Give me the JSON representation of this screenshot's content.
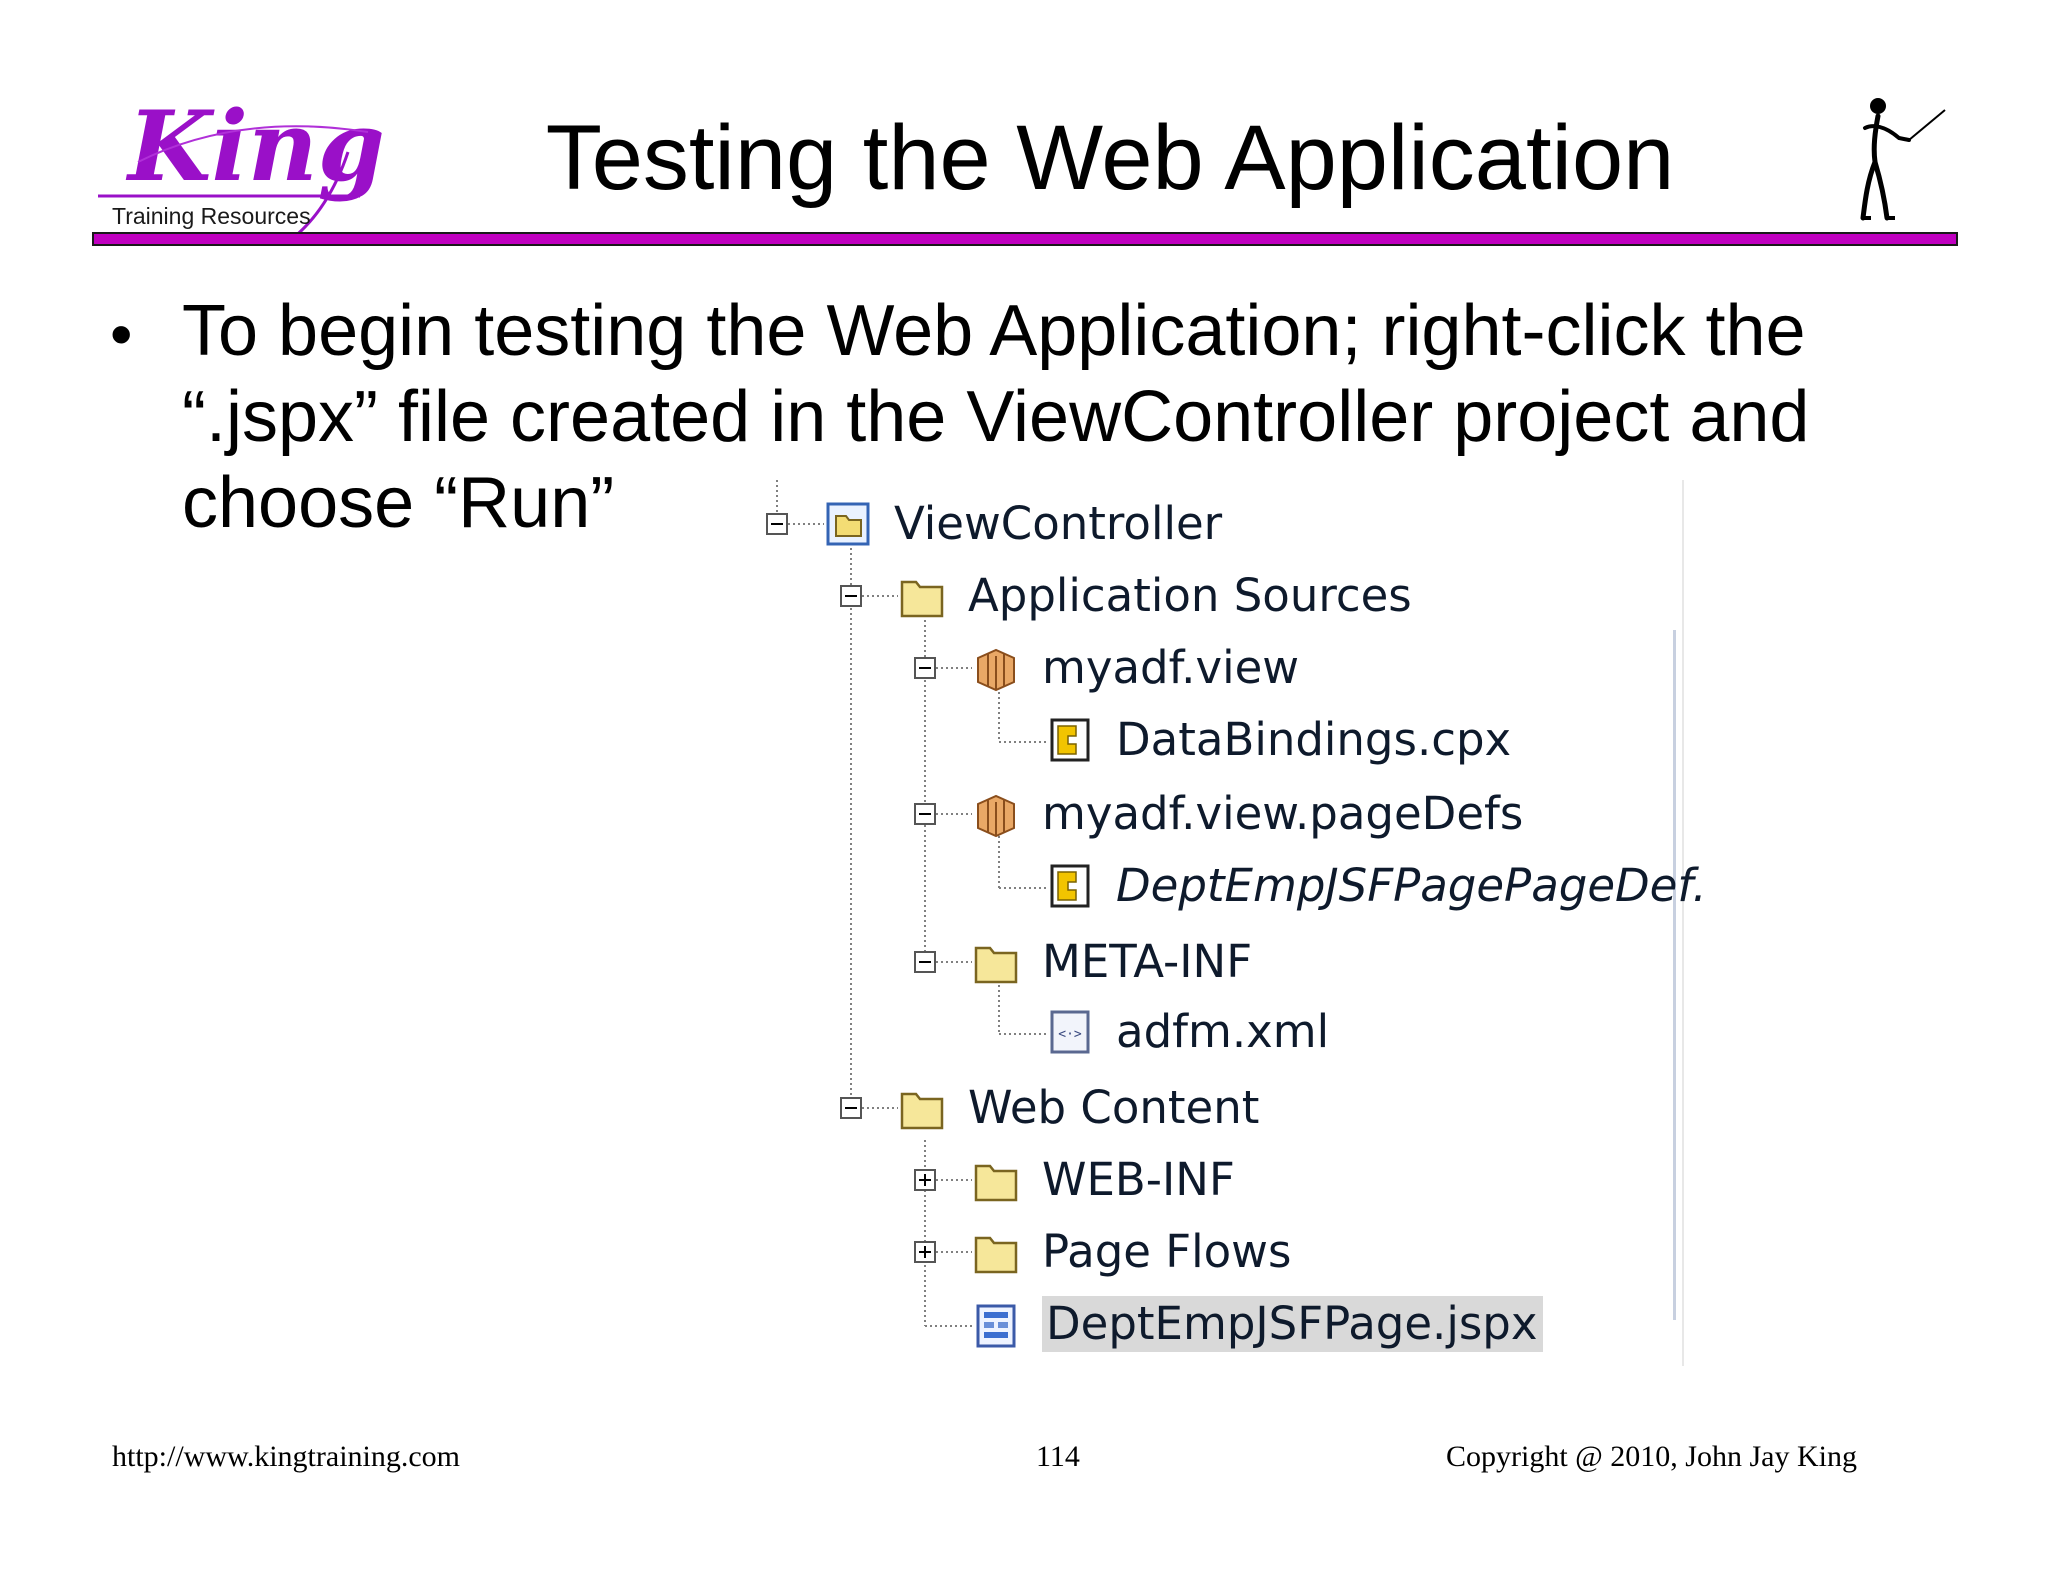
{
  "header": {
    "title": "Testing the Web Application",
    "logo_text": "King",
    "logo_subtext": "Training Resources",
    "accent_color": "#c000c0"
  },
  "bullet": {
    "lines": [
      "To begin testing the Web Application; right-click the",
      "“.jspx” file created in the ViewController project and",
      "choose “Run”"
    ]
  },
  "tree": {
    "nodes": [
      {
        "label": "ViewController",
        "icon": "project-icon",
        "expander": "minus"
      },
      {
        "label": "Application Sources",
        "icon": "folder-icon",
        "expander": "minus"
      },
      {
        "label": "myadf.view",
        "icon": "package-icon",
        "expander": "minus"
      },
      {
        "label": "DataBindings.cpx",
        "icon": "binding-file-icon",
        "expander": "none"
      },
      {
        "label": "myadf.view.pageDefs",
        "icon": "package-icon",
        "expander": "minus"
      },
      {
        "label": "DeptEmpJSFPagePageDef.",
        "icon": "binding-file-icon",
        "expander": "none"
      },
      {
        "label": "META-INF",
        "icon": "folder-icon",
        "expander": "minus"
      },
      {
        "label": "adfm.xml",
        "icon": "xml-file-icon",
        "expander": "none"
      },
      {
        "label": "Web Content",
        "icon": "folder-icon",
        "expander": "minus"
      },
      {
        "label": "WEB-INF",
        "icon": "folder-icon",
        "expander": "plus"
      },
      {
        "label": "Page Flows",
        "icon": "folder-icon",
        "expander": "plus"
      },
      {
        "label": "DeptEmpJSFPage.jspx",
        "icon": "jspx-file-icon",
        "expander": "none"
      }
    ]
  },
  "footer": {
    "url": "http://www.kingtraining.com",
    "page_number": "114",
    "copyright": "Copyright @ 2010, John Jay King"
  }
}
